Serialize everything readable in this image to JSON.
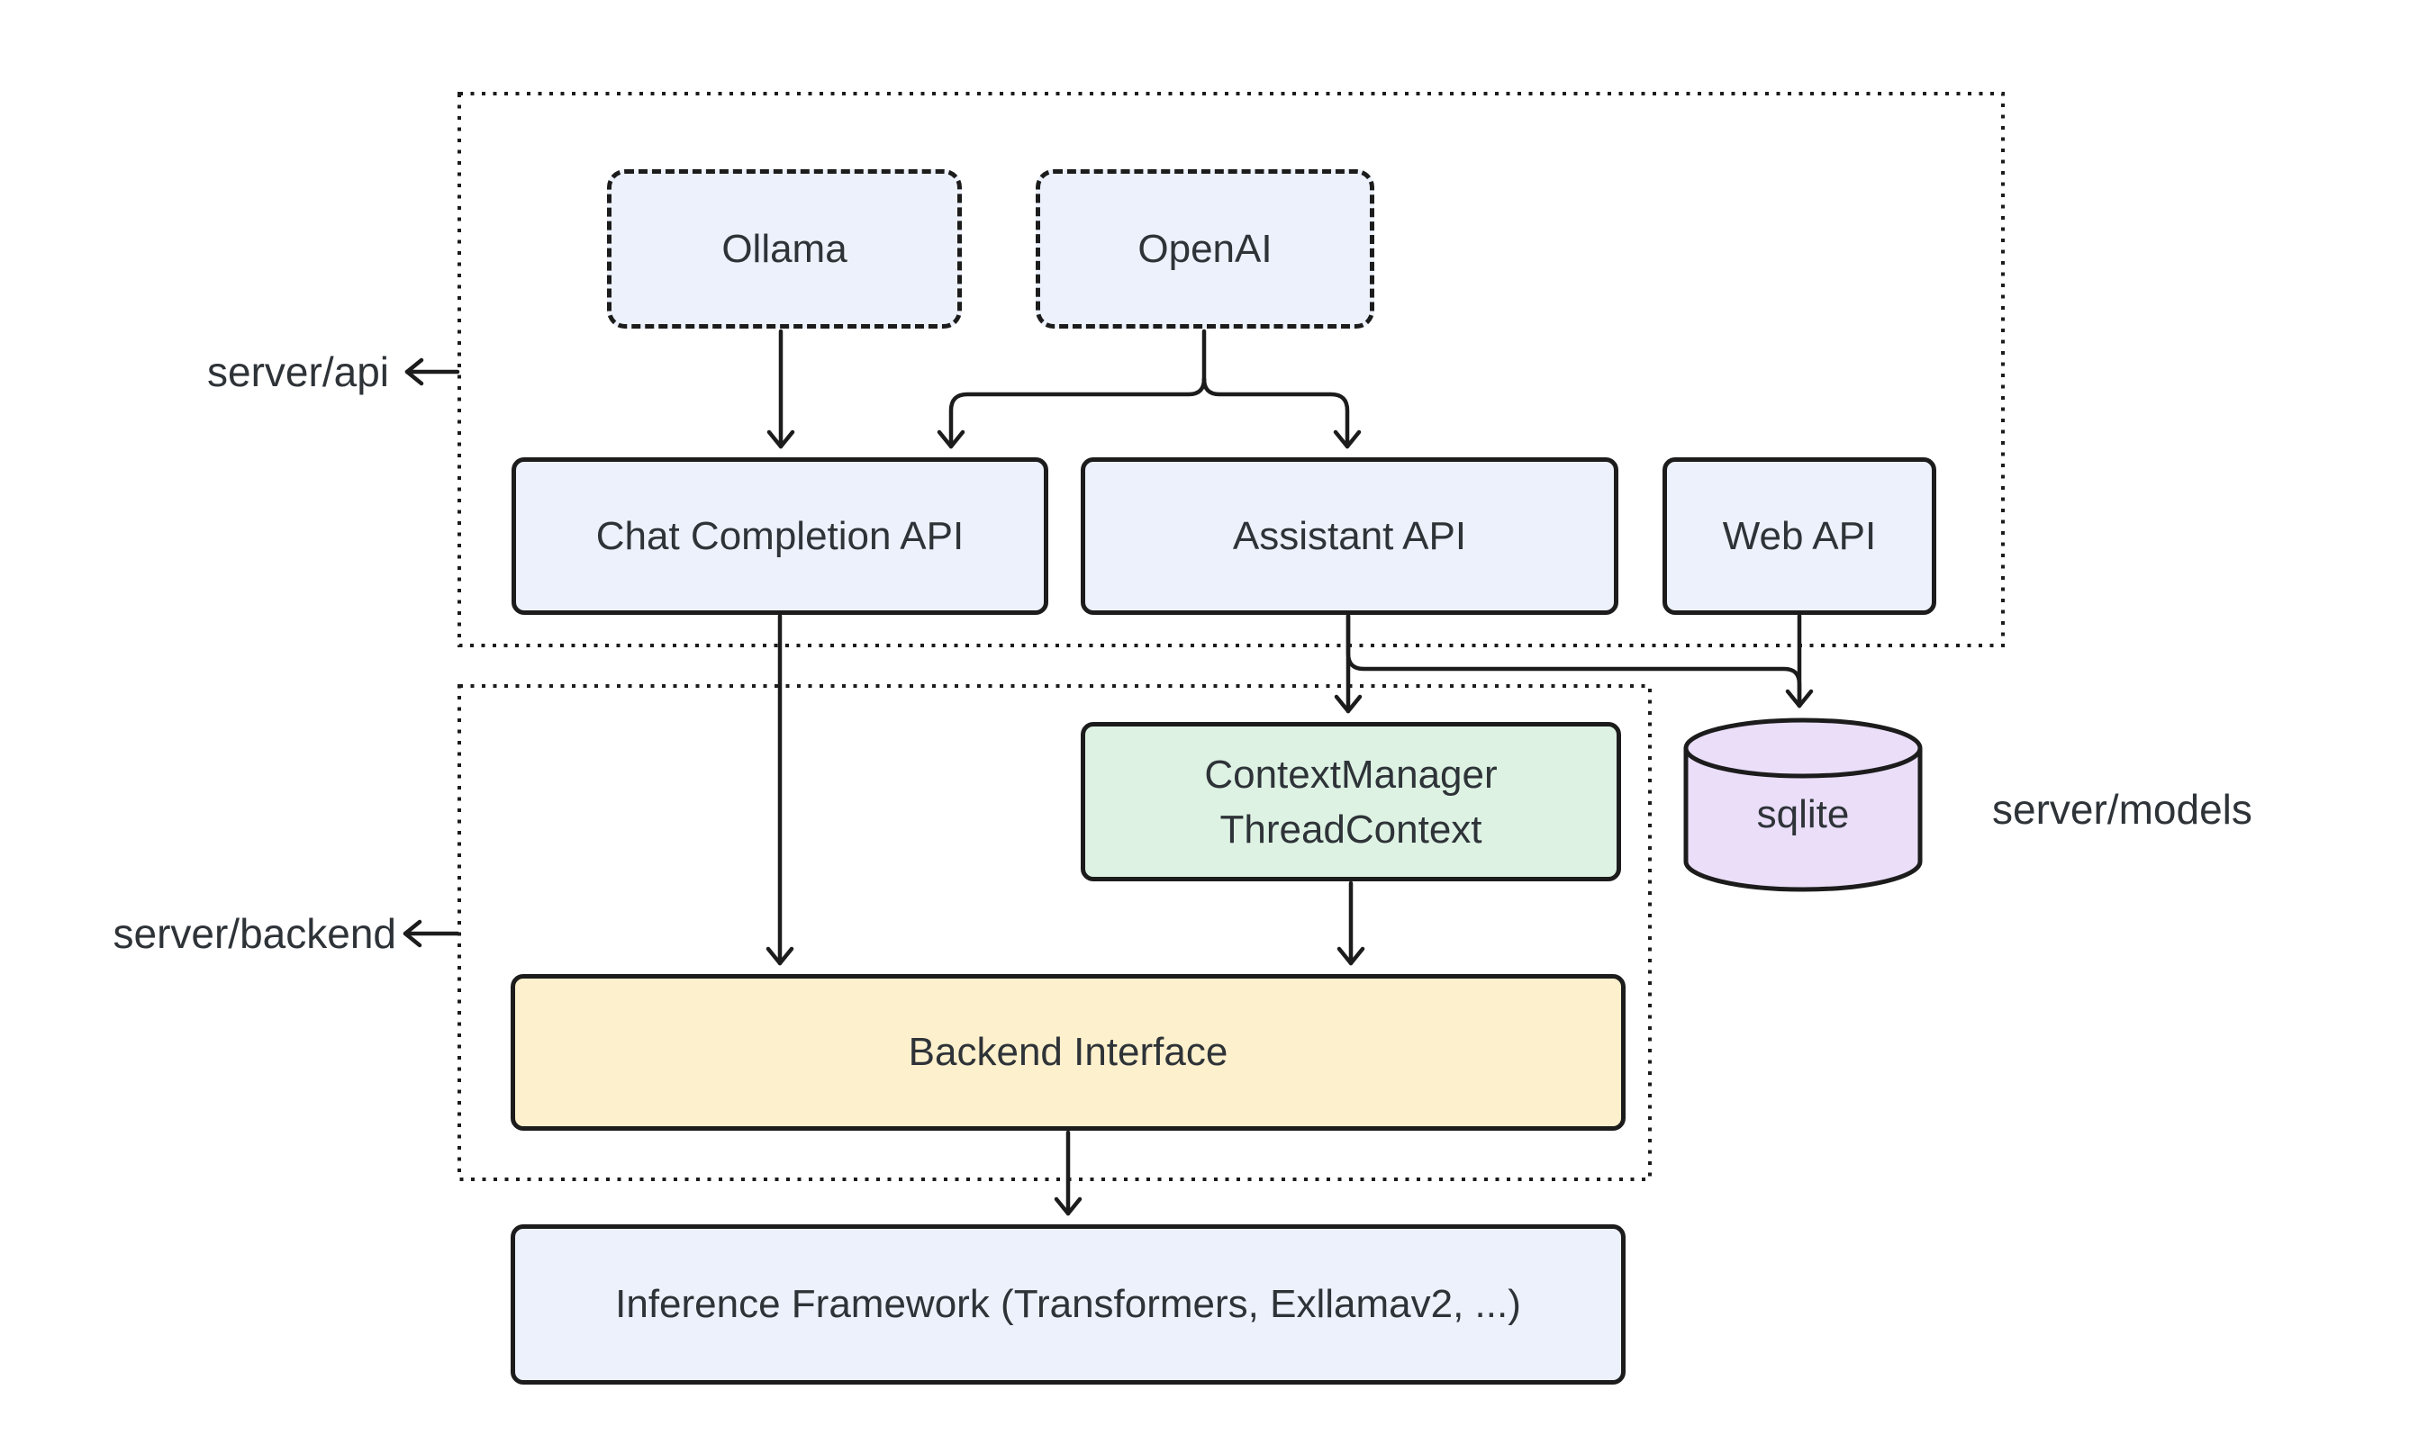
{
  "colors": {
    "stroke": "#1c1c1c",
    "text": "#2e3338",
    "node_blue": "#ecf1fb",
    "node_green": "#ddf2e3",
    "node_yellow": "#fdf0cc",
    "node_purple": "#eadef9",
    "bg": "#ffffff"
  },
  "diagram": {
    "containers": {
      "api": {
        "label": "server/api"
      },
      "backend": {
        "label": "server/backend"
      }
    },
    "side_labels": {
      "models": {
        "label": "server/models"
      }
    },
    "nodes": {
      "ollama": {
        "label": "Ollama"
      },
      "openai": {
        "label": "OpenAI"
      },
      "chat_completion": {
        "label": "Chat Completion API"
      },
      "assistant": {
        "label": "Assistant API"
      },
      "web_api": {
        "label": "Web API"
      },
      "context_manager": {
        "line1": "ContextManager",
        "line2": "ThreadContext"
      },
      "sqlite": {
        "label": "sqlite"
      },
      "backend_interface": {
        "label": "Backend Interface"
      },
      "inference": {
        "label": "Inference Framework (Transformers, Exllamav2, ...)"
      }
    },
    "edges": [
      {
        "from": "Ollama",
        "to": "Chat Completion API"
      },
      {
        "from": "OpenAI",
        "to": "Chat Completion API"
      },
      {
        "from": "OpenAI",
        "to": "Assistant API"
      },
      {
        "from": "Chat Completion API",
        "to": "Backend Interface"
      },
      {
        "from": "Assistant API",
        "to": "ContextManager ThreadContext"
      },
      {
        "from": "Assistant API",
        "to": "sqlite"
      },
      {
        "from": "Web API",
        "to": "sqlite"
      },
      {
        "from": "ContextManager ThreadContext",
        "to": "Backend Interface"
      },
      {
        "from": "Backend Interface",
        "to": "Inference Framework (Transformers, Exllamav2, ...)"
      }
    ]
  }
}
